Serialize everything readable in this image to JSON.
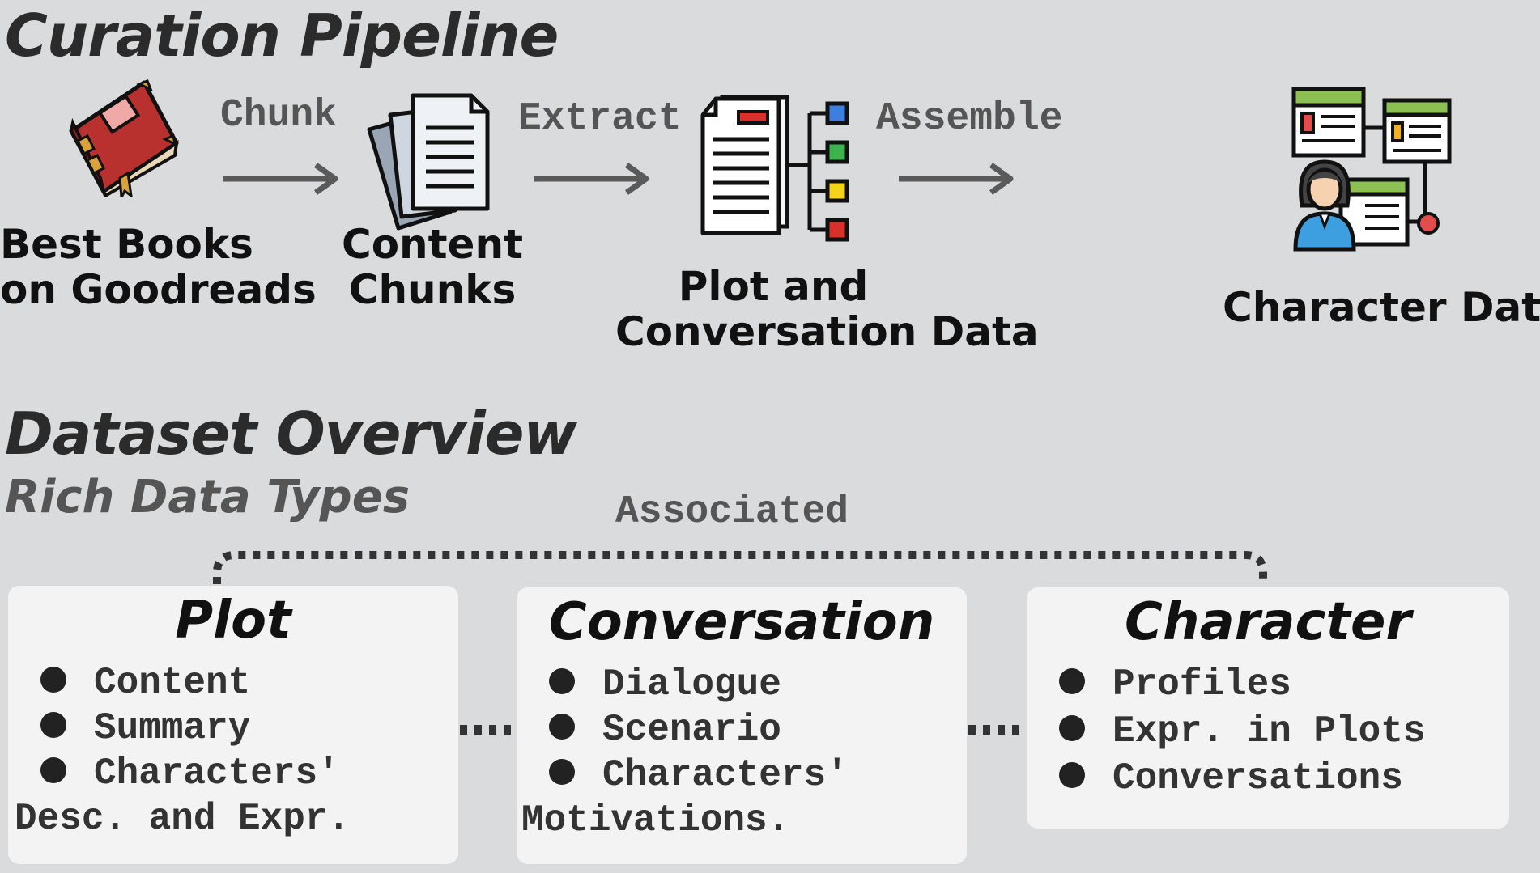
{
  "curation": {
    "title": "Curation Pipeline",
    "nodes": {
      "books": {
        "line1": "Best Books",
        "line2": "on Goodreads",
        "icon": "book-icon"
      },
      "chunks": {
        "line1": "Content",
        "line2": "Chunks",
        "icon": "document-stack-icon"
      },
      "plotconv": {
        "line1": "Plot and",
        "line2": "Conversation Data",
        "icon": "document-tree-icon"
      },
      "character": {
        "line1": "Character Data",
        "icon": "profile-windows-icon"
      }
    },
    "arrows": {
      "chunk": "Chunk",
      "extract": "Extract",
      "assemble": "Assemble"
    }
  },
  "overview": {
    "title": "Dataset Overview",
    "subtitle": "Rich Data Types",
    "associated_label": "Associated",
    "cards": {
      "plot": {
        "title": "Plot",
        "items": [
          "Content",
          "Summary",
          "Characters'"
        ],
        "continuation": "Desc. and Expr."
      },
      "conversation": {
        "title": "Conversation",
        "items": [
          "Dialogue",
          "Scenario",
          "Characters'"
        ],
        "continuation": "Motivations."
      },
      "character": {
        "title": "Character",
        "items": [
          "Profiles",
          "Expr. in Plots",
          "Conversations"
        ]
      }
    }
  },
  "colors": {
    "background": "#dadbdc",
    "card": "#f3f3f4",
    "arrow": "#5a5a5a",
    "book": "#b8312f",
    "book_gold": "#d9a23a"
  }
}
